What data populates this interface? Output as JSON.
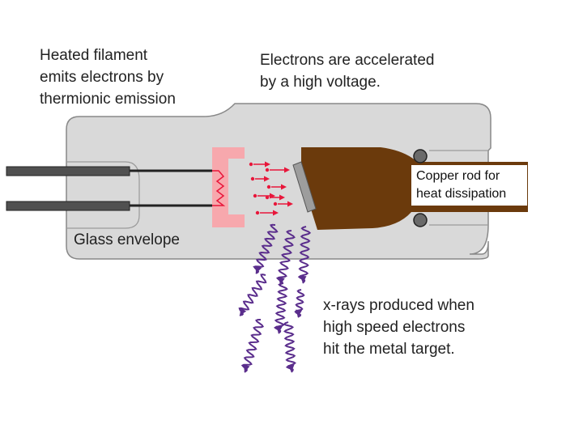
{
  "labels": {
    "filament": [
      "Heated filament",
      "emits electrons by",
      "thermionic emission"
    ],
    "electrons": [
      "Electrons are accelerated",
      "by a high voltage."
    ],
    "glass": "Glass envelope",
    "copper": [
      "Copper rod for",
      "heat dissipation"
    ],
    "xrays": [
      "x-rays produced when",
      "high speed electrons",
      "hit the metal target."
    ]
  },
  "colors": {
    "glass_fill": "#d9d9d9",
    "glass_outline": "#888888",
    "copper": "#6b3a0c",
    "cathode": "#f7a8ad",
    "electron": "#e8163a",
    "xray": "#5a2d8c",
    "electrode": "#505050"
  }
}
